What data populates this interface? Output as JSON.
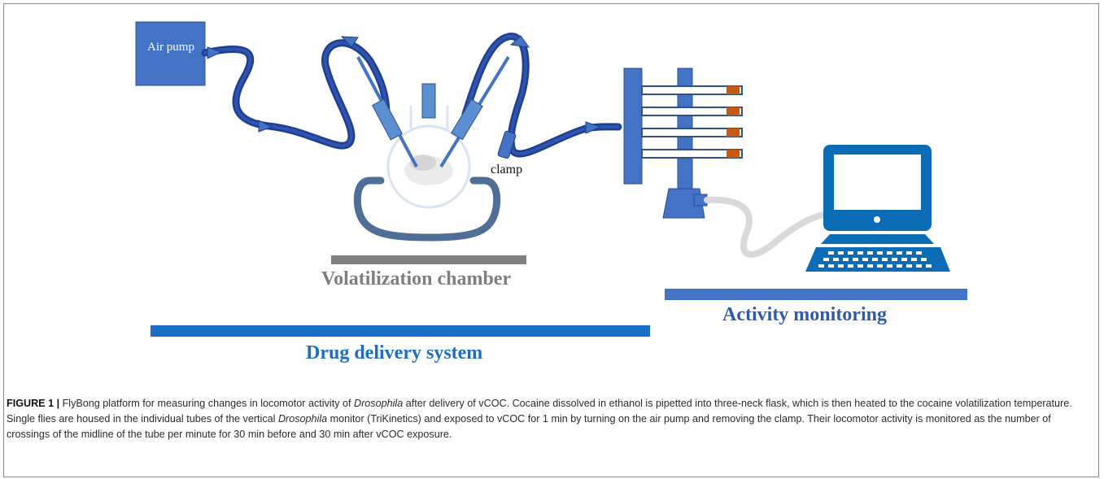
{
  "labels": {
    "air_pump": "Air pump",
    "clamp": "clamp",
    "volatilization_chamber": "Volatilization chamber",
    "activity_monitoring": "Activity monitoring",
    "drug_delivery_system": "Drug delivery system"
  },
  "caption": {
    "figure_number": "FIGURE 1 |",
    "part1": " FlyBong platform for measuring changes in locomotor activity of ",
    "italic1": "Drosophila",
    "part2": " after delivery of vCOC. Cocaine dissolved in ethanol is pipetted into three-neck flask, which is then heated to the cocaine volatilization temperature. Single flies are housed in the individual tubes of the vertical ",
    "italic2": "Drosophila",
    "part3": " monitor (TriKinetics) and exposed to vCOC for 1 min by turning on the air pump and removing the clamp. Their locomotor activity is monitored as the number of crossings of the midline of the tube per minute for 30 min before and 30 min after vCOC exposure."
  },
  "colors": {
    "pump_blue": "#4472c4",
    "tube_navy": "#1f3f8f",
    "heater_blue": "#4f6f96",
    "plate_gray": "#7f7f7f",
    "delivery_blue": "#1a6fc4",
    "monitor_blue": "#4472c4",
    "fly_orange": "#c55a11",
    "computer_blue": "#0b6bb5",
    "cable_gray": "#d9d9d9"
  }
}
